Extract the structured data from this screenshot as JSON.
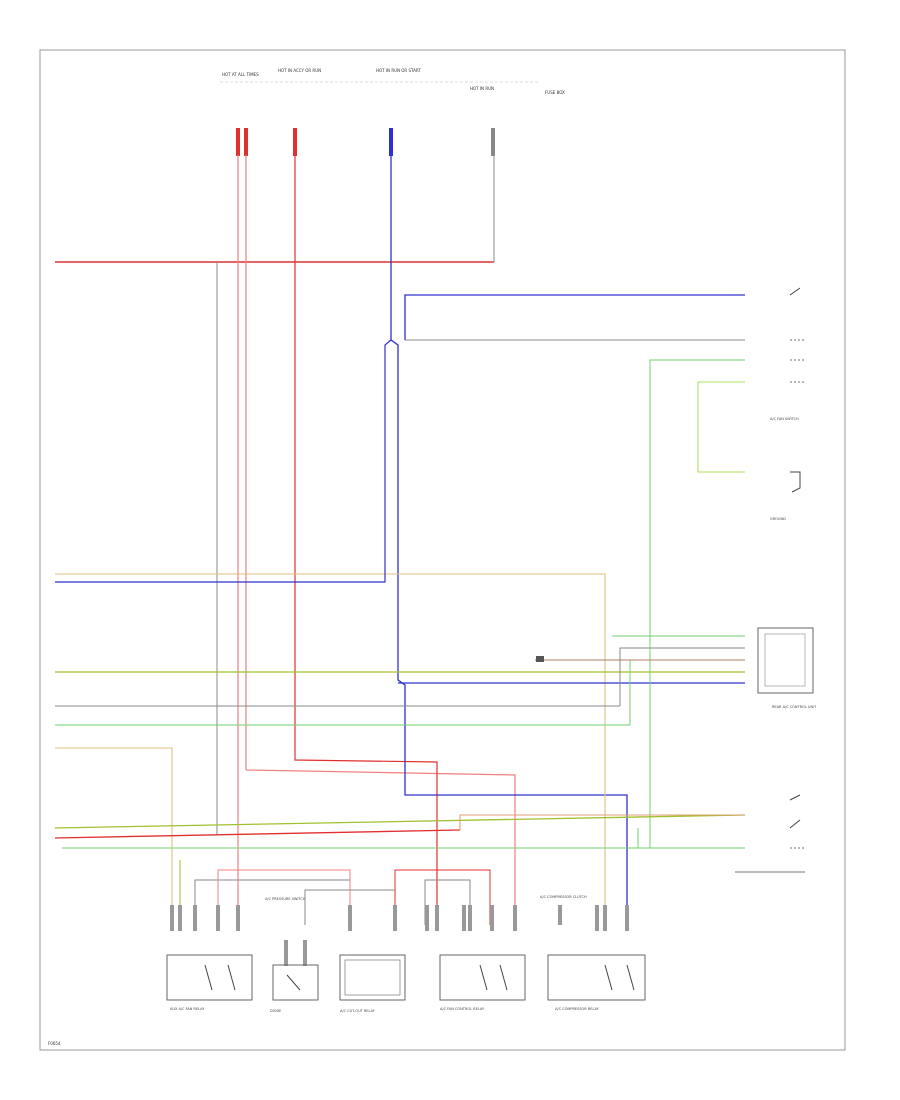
{
  "colors": {
    "red": "#e03030",
    "pink": "#f08080",
    "blue": "#3030d0",
    "grey": "#8a8a8a",
    "green": "#70d070",
    "yellow_green": "#a0c030",
    "tan": "#e0c080",
    "black": "#222222"
  },
  "labels": {
    "ref_bottom_left": "F0654",
    "fuse_1_label": "HOT AT ALL TIMES",
    "fuse_2_label": "HOT IN ACCY OR RUN",
    "fuse_3_label": "HOT IN RUN OR START",
    "fuse_4_label": "HOT IN RUN",
    "fuse_box_label": "FUSE BOX",
    "pressure_switch": "A/C PRESSURE SWITCH",
    "compressor_clutch": "A/C COMPRESSOR CLUTCH",
    "rear_unit": "REAR A/C CONTROL UNIT",
    "fan_switch": "A/C FAN SWITCH",
    "relay_1": "AUX A/C FAN RELAY",
    "diode": "DIODE",
    "relay_2": "A/C CUT-OUT RELAY",
    "relay_3": "A/C FAN CONTROL RELAY",
    "relay_4": "A/C COMPRESSOR RELAY",
    "ground": "GROUND"
  }
}
